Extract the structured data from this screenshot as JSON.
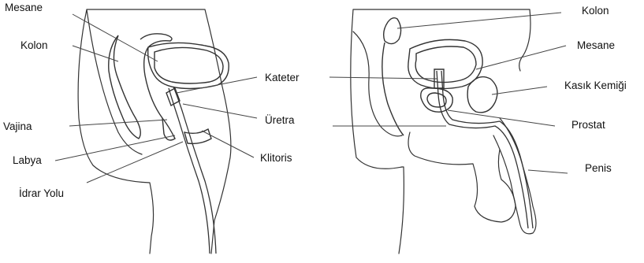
{
  "female": {
    "labels": {
      "mesane": "Mesane",
      "kolon": "Kolon",
      "kateter": "Kateter",
      "uretra": "Üretra",
      "vajina": "Vajina",
      "labya": "Labya",
      "klitoris": "Klitoris",
      "idrar_yolu": "İdrar Yolu"
    }
  },
  "male": {
    "labels": {
      "kolon": "Kolon",
      "mesane": "Mesane",
      "kasik_kemigi": "Kasık Kemiği",
      "prostat": "Prostat",
      "penis": "Penis"
    }
  },
  "colors": {
    "line": "#333333",
    "text": "#111111",
    "background": "#ffffff"
  }
}
